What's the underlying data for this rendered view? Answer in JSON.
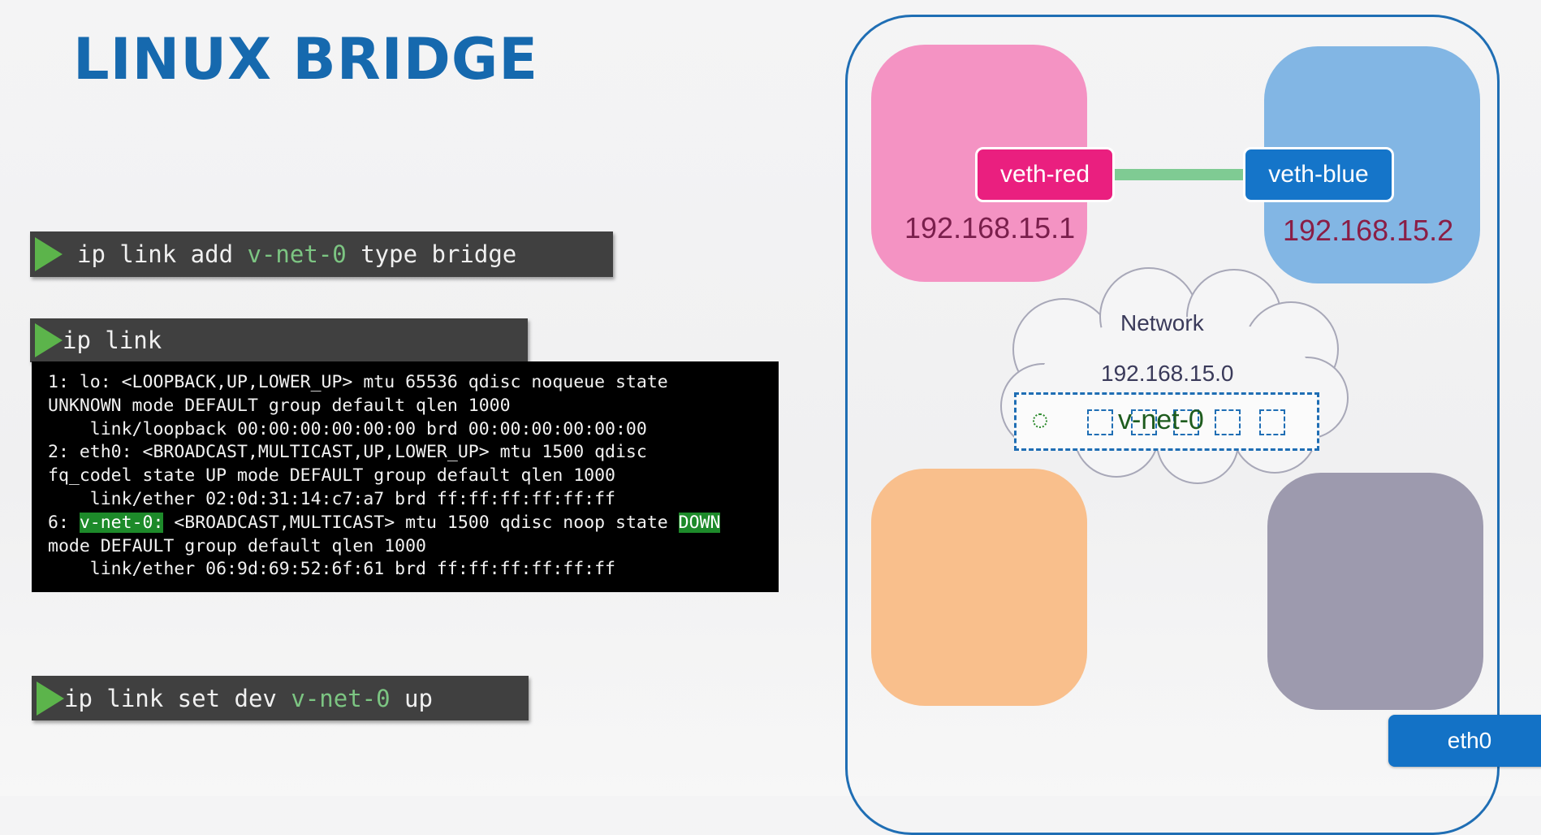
{
  "title": "LINUX BRIDGE",
  "commands": {
    "cmd1": {
      "pre": "ip link add ",
      "hl": "v-net-0",
      "post": " type bridge"
    },
    "cmd2": {
      "text": "ip link"
    },
    "cmd3": {
      "pre": "ip link set dev ",
      "hl": "v-net-0",
      "post": " up"
    }
  },
  "terminal": {
    "line1": "1: lo: <LOOPBACK,UP,LOWER_UP> mtu 65536 qdisc noqueue state",
    "line2": "UNKNOWN mode DEFAULT group default qlen 1000",
    "line3": "    link/loopback 00:00:00:00:00:00 brd 00:00:00:00:00:00",
    "line4": "2: eth0: <BROADCAST,MULTICAST,UP,LOWER_UP> mtu 1500 qdisc",
    "line5": "fq_codel state UP mode DEFAULT group default qlen 1000",
    "line6": "    link/ether 02:0d:31:14:c7:a7 brd ff:ff:ff:ff:ff:ff",
    "line7_prefix": "6: ",
    "line7_name": "v-net-0:",
    "line7_mid": " <BROADCAST,MULTICAST> mtu 1500 qdisc noop state ",
    "line7_state": "DOWN",
    "line8": "mode DEFAULT group default qlen 1000",
    "line9": "    link/ether 06:9d:69:52:6f:61 brd ff:ff:ff:ff:ff:ff"
  },
  "diagram": {
    "veth_red": "veth-red",
    "veth_blue": "veth-blue",
    "ip_red": "192.168.15.1",
    "ip_blue": "192.168.15.2",
    "network_label": "Network",
    "network_ip": "192.168.15.0",
    "bridge": "v-net-0",
    "eth0": "eth0"
  },
  "colors": {
    "title": "#1669ae",
    "red_ns": "#f493c3",
    "blue_ns": "#82b6e4",
    "orange_ns": "#f9bf8c",
    "gray_ns": "#9d9aae",
    "veth_red": "#ea1f7f",
    "veth_blue": "#1575c9",
    "link": "#7fcb93",
    "accent_green": "#5cb44b"
  }
}
